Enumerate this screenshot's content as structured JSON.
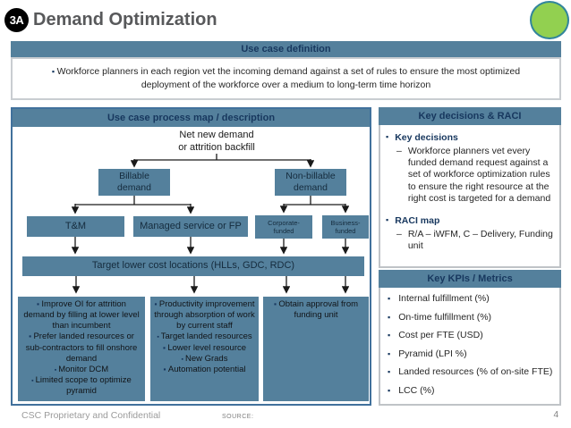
{
  "slide": {
    "badge": "3A",
    "title": "Demand Optimization",
    "footer_left": "CSC Proprietary and Confidential",
    "footer_source": "SOURCE:",
    "page_number": "4"
  },
  "colors": {
    "teal": "#54809C",
    "navy": "#17375E",
    "green": "#92D050",
    "panel_border": "#41719C"
  },
  "definition": {
    "header": "Use case definition",
    "text": "Workforce planners in each region vet the incoming demand against a set of rules to ensure the most optimized deployment of the workforce over a medium to long-term time horizon"
  },
  "process_map": {
    "header": "Use case process map / description",
    "root_line1": "Net new demand",
    "root_line2": "or attrition backfill",
    "billable": "Billable demand",
    "non_billable": "Non-billable demand",
    "tm": "T&M",
    "managed": "Managed service or FP",
    "corporate": "Corporate-funded",
    "business": "Business-funded",
    "target": "Target lower cost locations (HLLs, GDC, RDC)",
    "box1_items": [
      {
        "text": "Improve OI for attrition demand by filling at lower level than incumbent",
        "level": 1
      },
      {
        "text": "Prefer landed resources or sub-contractors to fill onshore demand",
        "level": 1
      },
      {
        "text": "Monitor DCM",
        "level": 2
      },
      {
        "text": "Limited scope to optimize pyramid",
        "level": 2
      }
    ],
    "box2_items": [
      {
        "text": "Productivity improvement through absorption of work by current staff",
        "level": 1
      },
      {
        "text": "Target landed resources",
        "level": 2
      },
      {
        "text": "Lower level resource",
        "level": 1
      },
      {
        "text": "New Grads",
        "level": 2
      },
      {
        "text": "Automation potential",
        "level": 1
      }
    ],
    "box3_items": [
      {
        "text": "Obtain approval from funding unit",
        "level": 1
      }
    ]
  },
  "key_decisions": {
    "header": "Key decisions & RACI",
    "items": [
      {
        "type": "bullet",
        "bold": true,
        "text": "Key decisions"
      },
      {
        "type": "dash",
        "text": "Workforce planners vet every funded demand request against a set of workforce optimization rules to ensure the right resource at the right cost is targeted for a demand"
      },
      {
        "type": "bullet",
        "bold": true,
        "text": "RACI map"
      },
      {
        "type": "dash",
        "text": "R/A – iWFM, C – Delivery, Funding unit"
      }
    ]
  },
  "kpis": {
    "header": "Key KPIs / Metrics",
    "items": [
      "Internal fulfillment (%)",
      "On-time fulfillment (%)",
      "Cost per FTE (USD)",
      "Pyramid (LPI %)",
      "Landed resources (% of on-site FTE)",
      "LCC (%)"
    ]
  }
}
